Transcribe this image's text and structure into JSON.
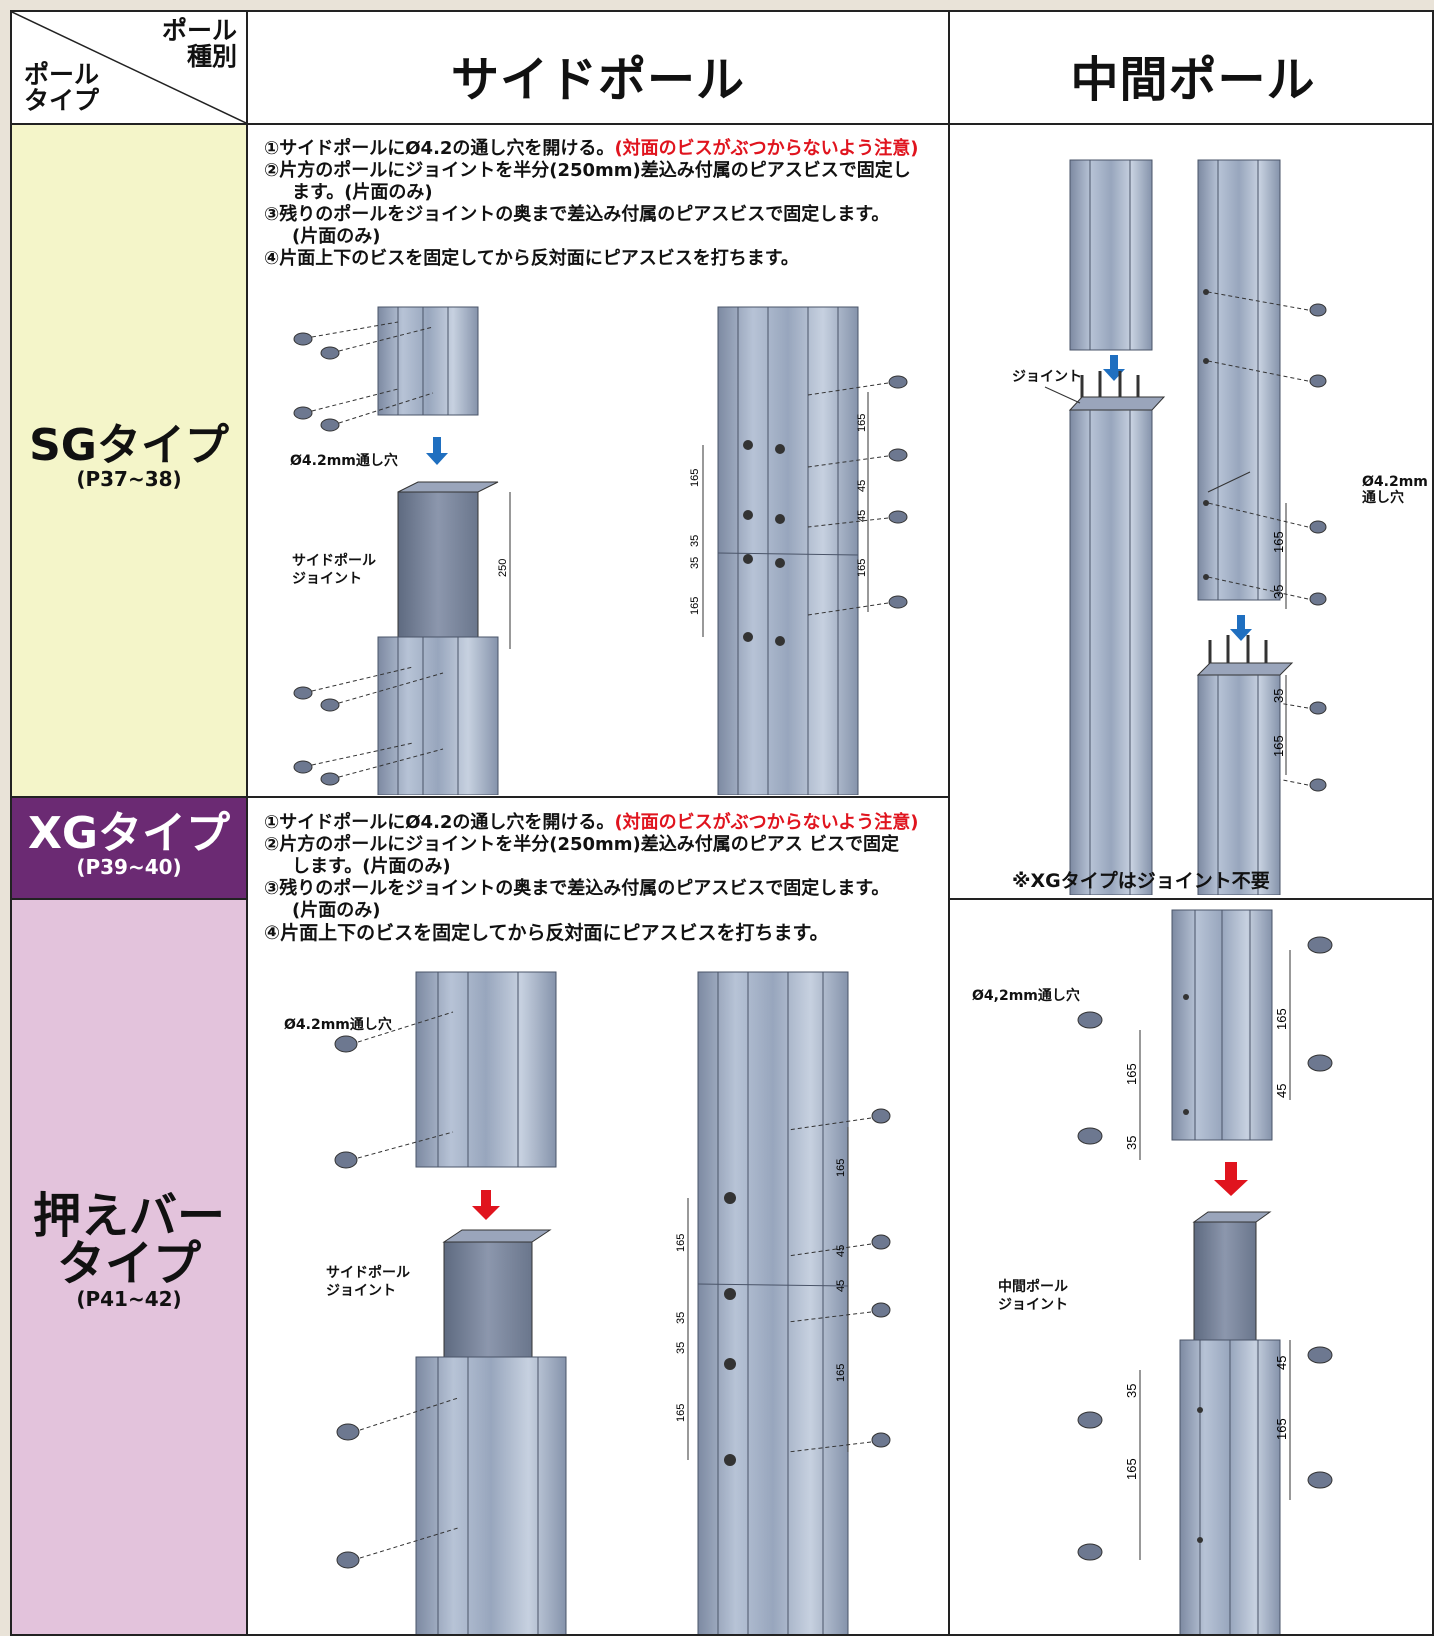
{
  "header": {
    "corner_top": "ポール 種別",
    "corner_bottom": "ポール タイプ",
    "side_pole": "サイドポール",
    "middle_pole": "中間ポール"
  },
  "types": {
    "sg": {
      "name": "SGタイプ",
      "pages": "(P37~38)",
      "color": "#f4f5c9"
    },
    "xg": {
      "name": "XGタイプ",
      "pages": "(P39~40)",
      "color": "#6b2a73"
    },
    "bar": {
      "name_line1": "押えバー",
      "name_line2": "タイプ",
      "pages": "(P41~42)",
      "color": "#e3c3dc"
    }
  },
  "sg_steps": {
    "s1": "①サイドポールにØ4.2の通し穴を開ける。",
    "s1_note": "(対面のビスがぶつからないよう注意)",
    "s2a": "②片方のポールにジョイントを半分(250mm)差込み付属のピアスビスで固定し",
    "s2b": "ます。(片面のみ)",
    "s3a": "③残りのポールをジョイントの奥まで差込み付属のピアスビスで固定します。",
    "s3b": "(片面のみ)",
    "s4": "④片面上下のビスを固定してから反対面にピアスビスを打ちます。"
  },
  "xg_steps": {
    "s1": "①サイドポールにØ4.2の通し穴を開ける。",
    "s1_note": "(対面のビスがぶつからないよう注意)",
    "s2a": "②片方のポールにジョイントを半分(250mm)差込み付属のピアス ビスで固定",
    "s2b": "します。(片面のみ)",
    "s3a": "③残りのポールをジョイントの奥まで差込み付属のピアスビスで固定します。",
    "s3b": "(片面のみ)",
    "s4": "④片面上下のビスを固定してから反対面にピアスビスを打ちます。"
  },
  "labels": {
    "hole_sg": "Ø4.2mm通し穴",
    "side_joint_line1": "サイドポール",
    "side_joint_line2": "ジョイント",
    "joint": "ジョイント",
    "hole_mid_line1": "Ø4.2mm",
    "hole_mid_line2": "通し穴",
    "xg_note": "※XGタイプはジョイント不要",
    "hole_bar": "Ø4.2mm通し穴",
    "hole_mid_bar": "Ø4,2mm通し穴",
    "mid_joint_line1": "中間ポール",
    "mid_joint_line2": "ジョイント"
  },
  "dims": {
    "d250": "250",
    "d165": "165",
    "d45": "45",
    "d35": "35"
  },
  "colors": {
    "arrow_blue": "#1f6fc0",
    "arrow_red": "#e0141e",
    "pole_fill": "#a9b6cc",
    "pole_dark": "#5d6a80",
    "joint_fill": "#7f8aa0"
  }
}
